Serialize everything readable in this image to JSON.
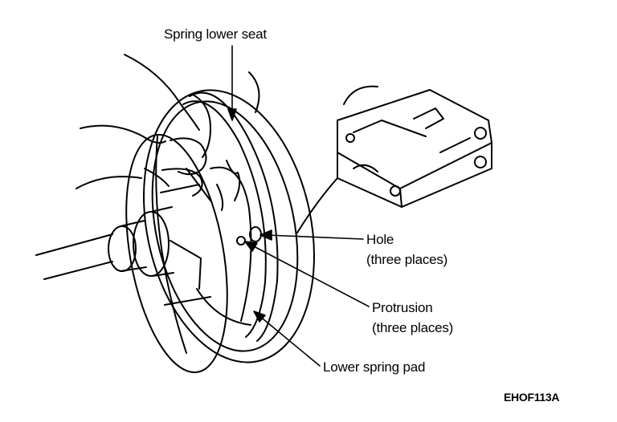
{
  "labels": {
    "spring_lower_seat": "Spring lower seat",
    "hole": "Hole",
    "hole_note": "(three places)",
    "protrusion": "Protrusion",
    "protrusion_note": "(three places)",
    "lower_spring_pad": "Lower spring pad"
  },
  "figure_code": "EHOF113A",
  "colors": {
    "ink": "#000000",
    "paper": "#ffffff"
  }
}
